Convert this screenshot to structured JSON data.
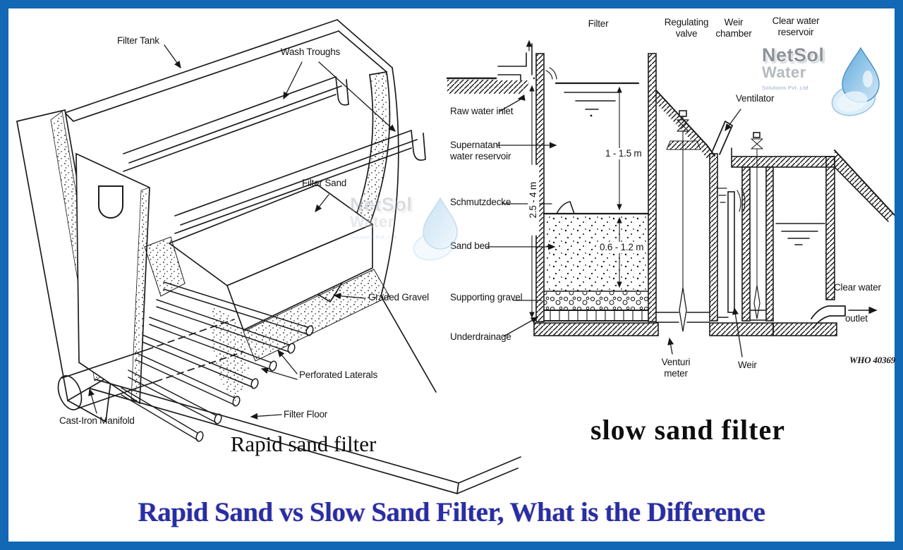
{
  "page": {
    "title": "Rapid Sand vs Slow Sand Filter, What is the Difference"
  },
  "colors": {
    "border_blue": "#1268b5",
    "title_blue": "#2330a6",
    "ink": "#1c1c1c",
    "logo_gray": "#8d9298",
    "logo_light_gray": "#b5bac0",
    "logo_drop_blue": "#6fb0de"
  },
  "rapid": {
    "caption": "Rapid sand filter",
    "labels": {
      "filter_tank": "Filter Tank",
      "wash_troughs": "Wash Troughs",
      "filter_sand": "Filter Sand",
      "graded_gravel": "Graded Gravel",
      "perforated_laterals": "Perforated Laterals",
      "filter_floor": "Filter Floor",
      "cast_iron_manifold": "Cast-Iron Manifold"
    }
  },
  "slow": {
    "caption": "slow sand filter",
    "headers": {
      "filter": "Filter",
      "regulating_valve": "Regulating\nvalve",
      "weir_chamber": "Weir\nchamber",
      "clear_water_reservoir": "Clear water\nreservoir"
    },
    "labels": {
      "raw_water_inlet": "Raw water inlet",
      "supernatant": "Supernatant\nwater reservoir",
      "schmutzdecke": "Schmutzdecke",
      "sand_bed": "Sand bed",
      "supporting_gravel": "Supporting gravel",
      "underdrainage": "Underdrainage",
      "ventilator": "Ventilator",
      "venturi_meter": "Venturi\nmeter",
      "weir": "Weir",
      "clear_water_line1": "Clear water",
      "clear_water_line2": "outlet",
      "who_ref": "WHO 40369"
    },
    "dimensions": {
      "total_depth": "2.5 - 4 m",
      "supernatant_depth": "1 - 1.5 m",
      "sand_depth": "0.6 - 1.2 m"
    }
  },
  "watermark": {
    "brand1": "NetSol",
    "brand2": "Water",
    "tagline": "Solutions Pvt. Ltd"
  }
}
